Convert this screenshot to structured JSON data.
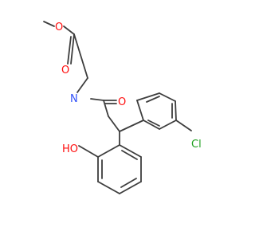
{
  "molecule": {
    "atom_labels": {
      "ester_O": "O",
      "carbonyl_O_ester": "O",
      "amide_N": "N",
      "amide_O": "O",
      "chlorine": "Cl",
      "hydroxyl": "HO"
    },
    "colors": {
      "bond": "#3d3d3d",
      "oxygen": "#ff0d0d",
      "nitrogen": "#3050f8",
      "chlorine": "#1fa01f",
      "background": "#ffffff"
    }
  }
}
